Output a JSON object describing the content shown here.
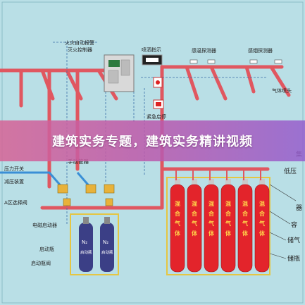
{
  "banner": {
    "title": "建筑实务专题，建筑实务精讲视频"
  },
  "diagram": {
    "labels": {
      "fire_controller": "火灾自动报警",
      "fire_controller_2": "灭火控制器",
      "spray_indicator": "喷洒指示",
      "heat_detector": "感温探测器",
      "smoke_detector": "感烟探测器",
      "emergency_stop": "紧急启停",
      "gas_nozzle": "气体喷头",
      "pressure_switch": "压力开关",
      "manual_pipe": "手动管路",
      "relief_valve": "减压装置",
      "zone_a_valve": "A区选择阀",
      "solenoid": "电磁启动器",
      "start_bottle": "启动瓶",
      "start_valve": "启动瓶阀",
      "collect": "集",
      "low_pressure": "低压",
      "equip_edge": "器",
      "container": "容",
      "storage_gas": "储气",
      "storage_bottle": "储瓶"
    },
    "cylinder_text": [
      "混",
      "合",
      "气",
      "体"
    ],
    "n2_label": "N₂",
    "n2_sub": "启动瓶"
  }
}
